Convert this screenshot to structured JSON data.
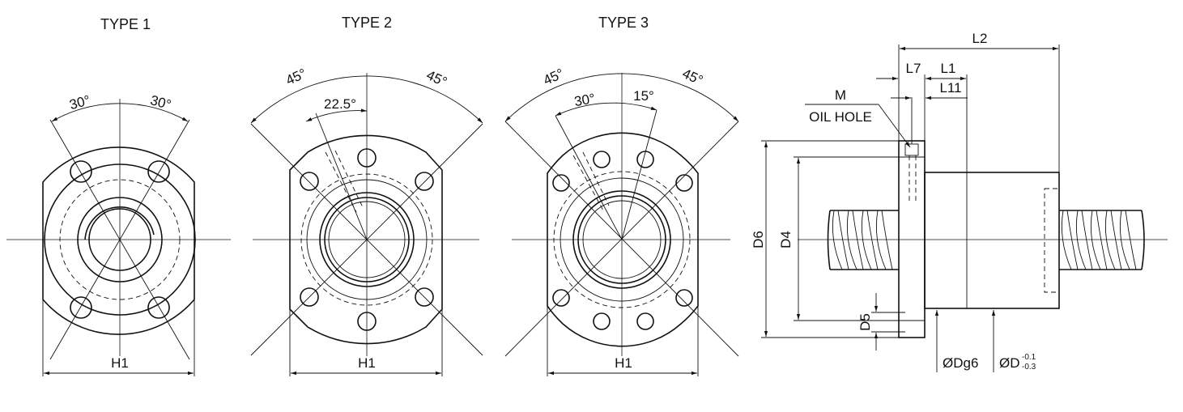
{
  "views": {
    "type1": {
      "title": "TYPE 1",
      "angle_left": "30°",
      "angle_right": "30°",
      "width_label": "H1"
    },
    "type2": {
      "title": "TYPE 2",
      "angle_left": "45°",
      "angle_right": "45°",
      "angle_inner": "22.5°",
      "width_label": "H1"
    },
    "type3": {
      "title": "TYPE 3",
      "angle_left": "45°",
      "angle_right": "45°",
      "angle_inner_left": "30°",
      "angle_inner_right": "15°",
      "width_label": "H1"
    }
  },
  "side_view": {
    "l2": "L2",
    "l7": "L7",
    "l1": "L1",
    "l11": "L11",
    "m": "M",
    "oil_hole": "OIL HOLE",
    "d6": "D6",
    "d4": "D4",
    "d5": "D5",
    "dg6": "ØDg6",
    "d_main": "ØD",
    "d_tol_upper": "-0.1",
    "d_tol_lower": "-0.3"
  }
}
